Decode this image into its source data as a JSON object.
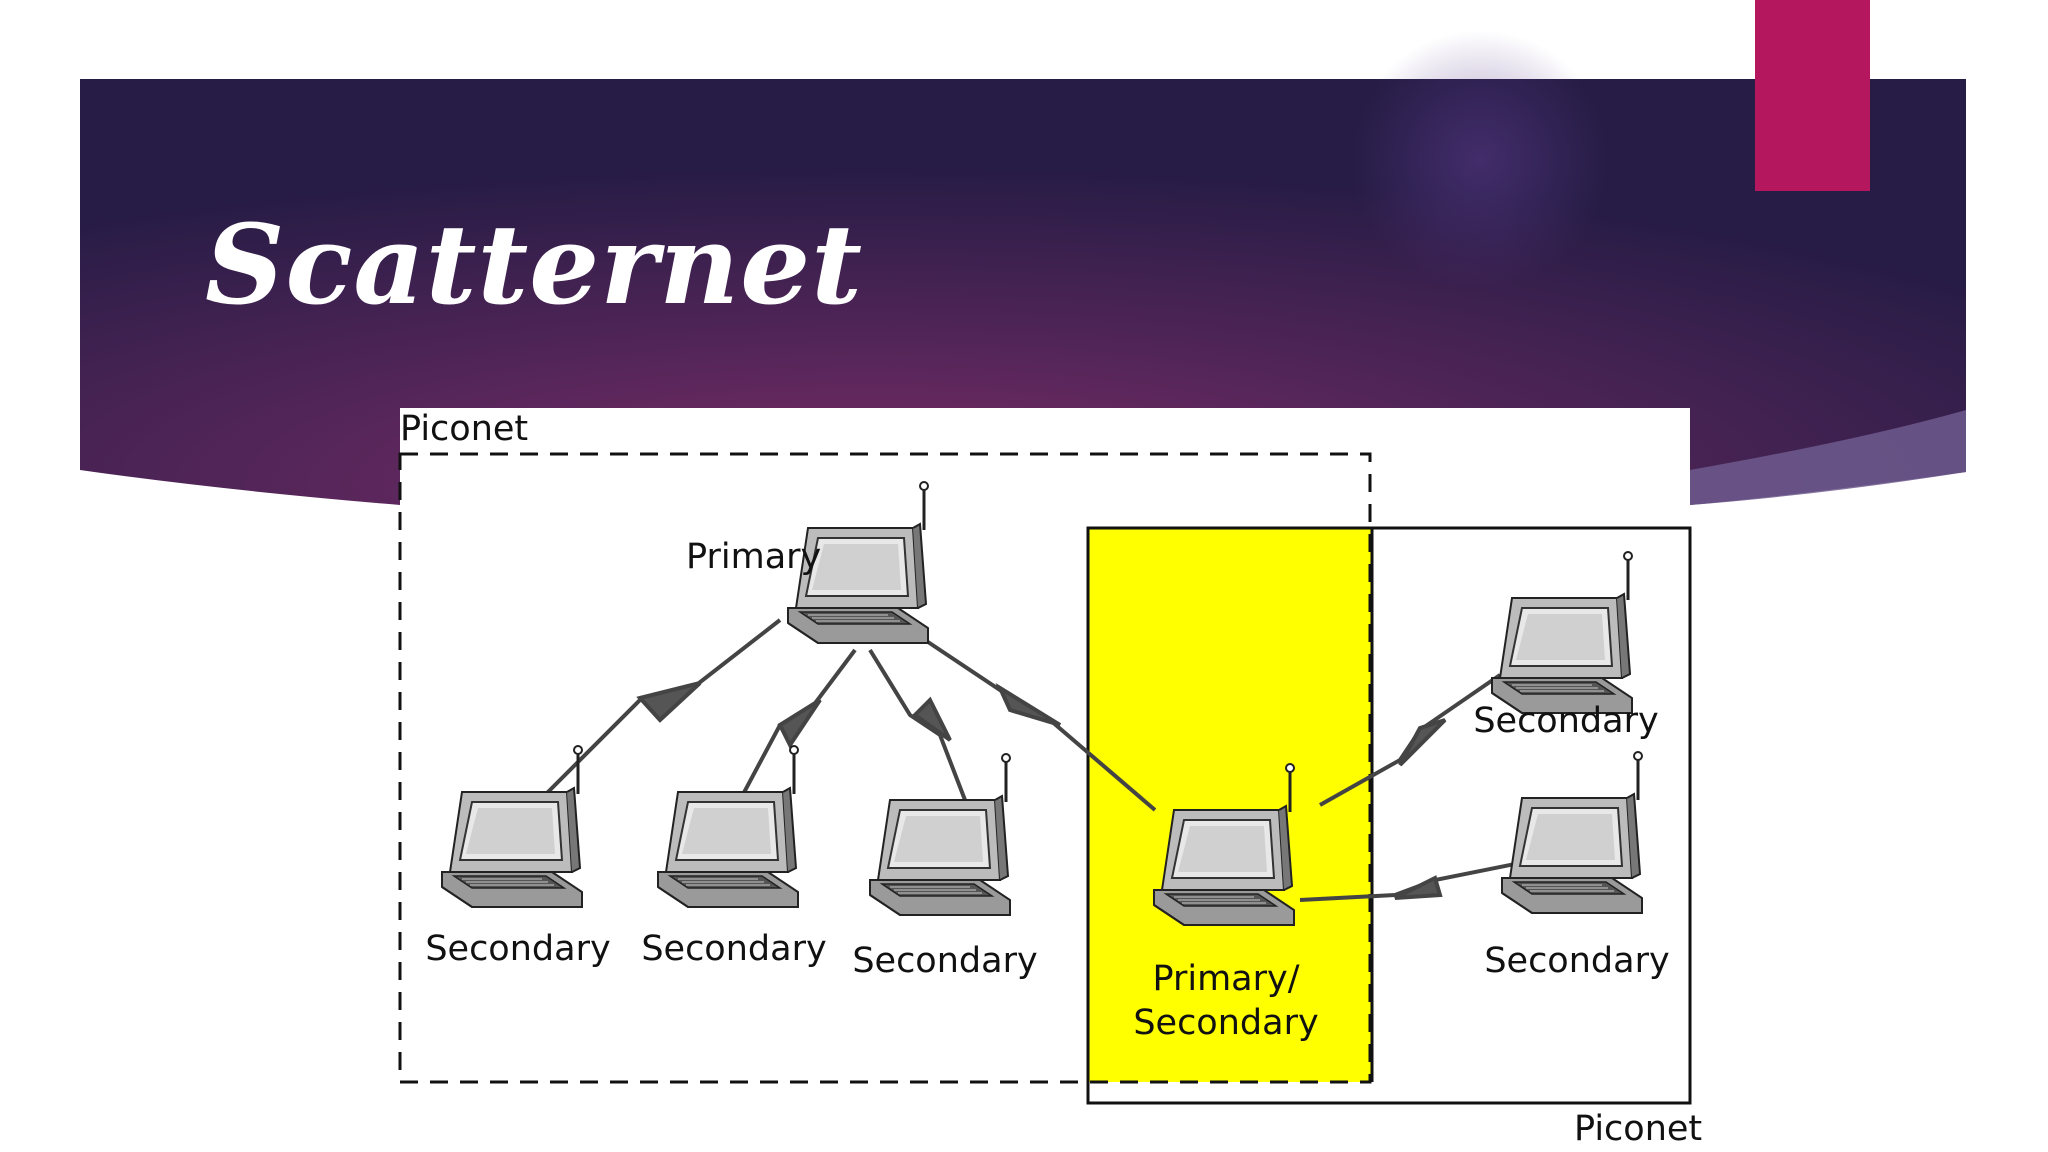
{
  "slide": {
    "title": "Scatternet",
    "colors": {
      "banner_dark": "#2a1c48",
      "banner_mid": "#6a2a62",
      "accent_tab": "#b5175f",
      "overlap_fill": "#ffff00"
    }
  },
  "diagram": {
    "piconet_left_label": "Piconet",
    "piconet_right_label": "Piconet",
    "primary_label": "Primary",
    "secondaries_left": [
      "Secondary",
      "Secondary",
      "Secondary"
    ],
    "bridge_label_line1": "Primary/",
    "bridge_label_line2": "Secondary",
    "secondary_right_top": "Secondary",
    "secondary_right_bottom": "Secondary",
    "icons": [
      "laptop-icon",
      "wireless-link-icon"
    ]
  }
}
